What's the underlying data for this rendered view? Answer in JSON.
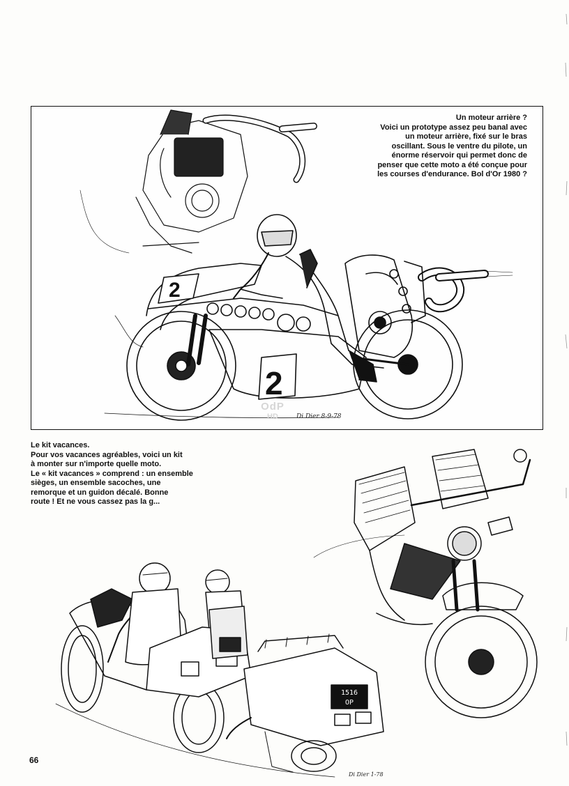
{
  "captions": {
    "top": {
      "title": "Un moteur arrière ?",
      "lines": [
        "Voici un prototype assez peu banal avec",
        "un moteur arrière, fixé sur le bras",
        "oscillant. Sous le ventre du pilote, un",
        "énorme réservoir qui permet donc de",
        "penser que cette moto a été conçue pour",
        "les courses d'endurance. Bol d'Or 1980 ?"
      ]
    },
    "bottom": {
      "title": "Le kit vacances.",
      "lines": [
        "Pour vos vacances agréables, voici un kit",
        "à monter sur n'importe quelle moto.",
        "Le « kit vacances » comprend : un ensemble",
        "sièges, un ensemble sacoches, une",
        "remorque et un guidon décalé. Bonne",
        "route ! Et ne vous cassez pas la g..."
      ]
    }
  },
  "illustration_top": {
    "race_number_front": "2",
    "race_number_side": "2",
    "signature": "Di Dier 8-9-78"
  },
  "illustration_bottom": {
    "plate_line1": "1516",
    "plate_line2": "OP",
    "signature": "Di Dier 1-78"
  },
  "watermark": {
    "top": "OdP",
    "bottom": "HD"
  },
  "page_number": "66"
}
